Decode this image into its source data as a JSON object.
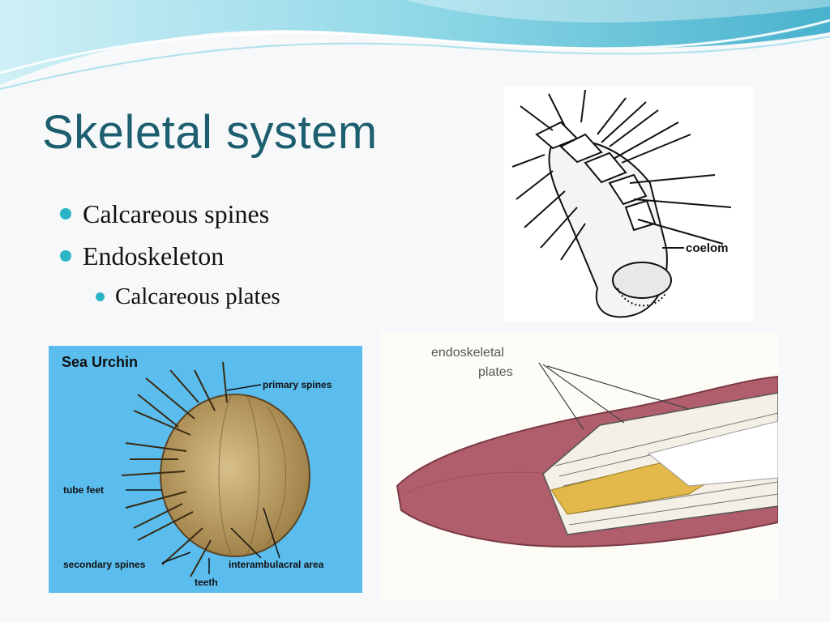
{
  "slide": {
    "title": "Skeletal system",
    "bullets": [
      {
        "text": "Calcareous spines",
        "level": 1
      },
      {
        "text": "Endoskeleton",
        "level": 1
      },
      {
        "text": "Calcareous plates",
        "level": 2
      }
    ]
  },
  "figures": {
    "coelom": {
      "label": "coelom"
    },
    "urchin": {
      "title": "Sea Urchin",
      "labels": {
        "primary_spines": "primary spines",
        "tube_feet": "tube feet",
        "secondary_spines": "secondary spines",
        "interambulacral": "interambulacral area",
        "teeth": "teeth"
      }
    },
    "spine_section": {
      "label_line1": "endoskeletal",
      "label_line2": "plates"
    }
  },
  "colors": {
    "title": "#1d5f6f",
    "bullet": "#2bb3c6",
    "urchin_background": "#5bbdee",
    "tissue": "#b05e6c"
  }
}
